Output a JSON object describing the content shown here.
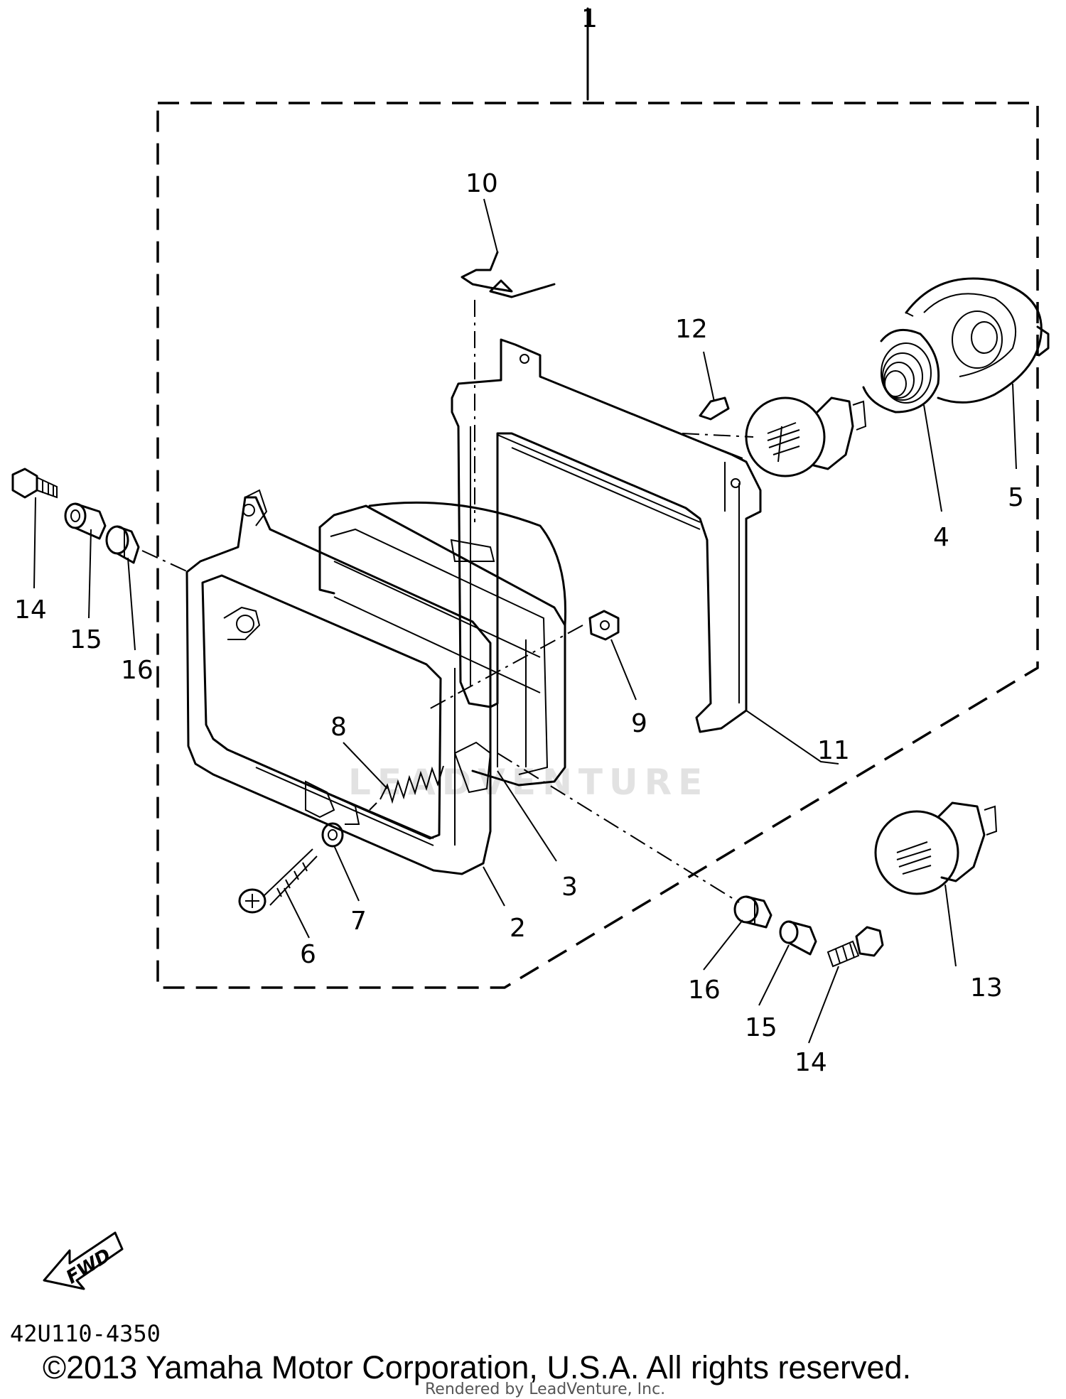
{
  "diagram": {
    "assembly_label": "1",
    "watermark": "LEADVENTURE",
    "parts": [
      {
        "id": "2"
      },
      {
        "id": "3"
      },
      {
        "id": "4"
      },
      {
        "id": "5"
      },
      {
        "id": "6"
      },
      {
        "id": "7"
      },
      {
        "id": "8"
      },
      {
        "id": "9"
      },
      {
        "id": "10"
      },
      {
        "id": "11"
      },
      {
        "id": "12"
      },
      {
        "id": "13"
      },
      {
        "id": "14"
      },
      {
        "id": "15"
      },
      {
        "id": "16"
      }
    ],
    "fwd_label": "FWD",
    "drawing_code": "42U110-4350",
    "copyright": "©2013 Yamaha Motor Corporation, U.S.A. All rights reserved.",
    "rendered_by": "Rendered by LeadVenture, Inc."
  }
}
